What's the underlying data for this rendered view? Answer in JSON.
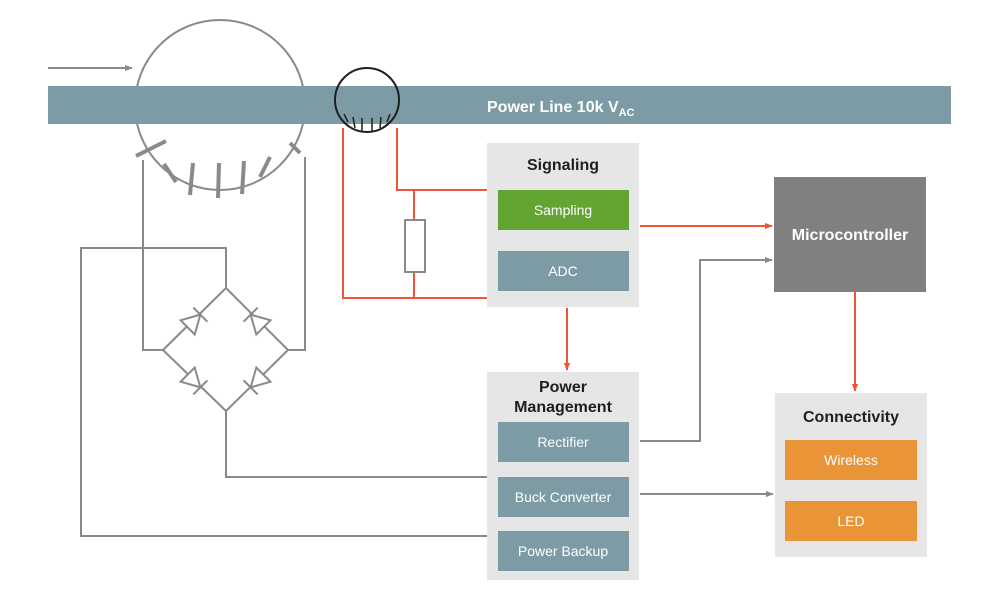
{
  "power_line": {
    "label": "Power Line 10k V",
    "subscript": "AC"
  },
  "signaling": {
    "title": "Signaling",
    "blocks": [
      "Sampling",
      "ADC"
    ]
  },
  "power_management": {
    "title_line1": "Power",
    "title_line2": "Management",
    "blocks": [
      "Rectifier",
      "Buck Converter",
      "Power Backup"
    ]
  },
  "microcontroller": {
    "label": "Microcontroller"
  },
  "connectivity": {
    "title": "Connectivity",
    "blocks": [
      "Wireless",
      "LED"
    ]
  },
  "colors": {
    "power_line": "#7d9ba5",
    "panel": "#e6e6e6",
    "block_blue": "#7d9ba5",
    "block_green": "#62a532",
    "block_orange": "#e99436",
    "microcontroller": "#808080",
    "red_wire": "#ef5435",
    "grey_wire": "#8a8a8a"
  }
}
